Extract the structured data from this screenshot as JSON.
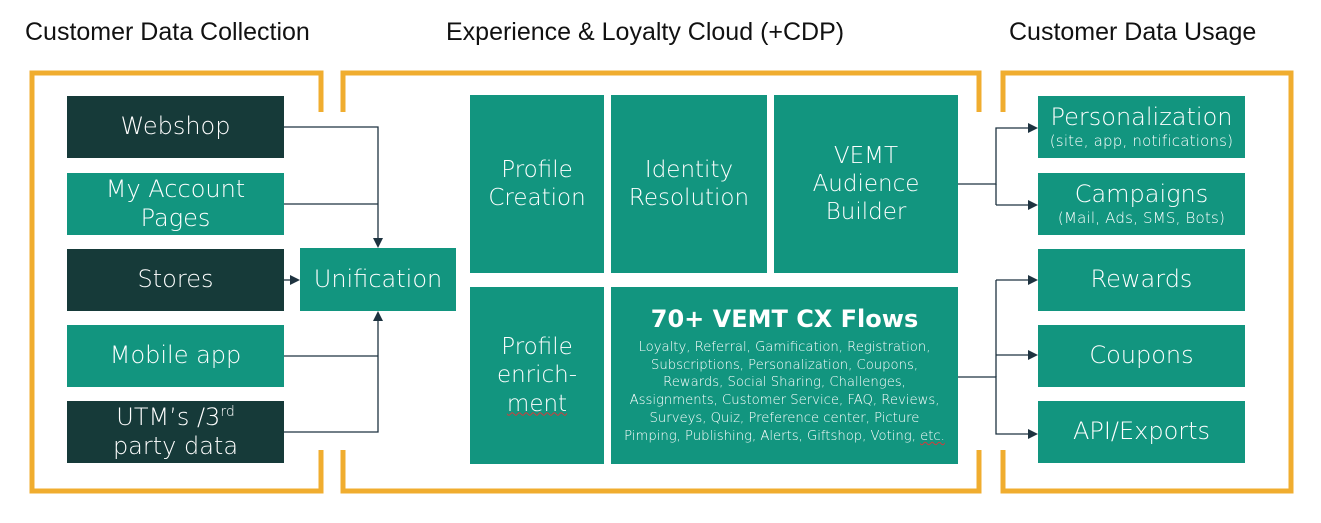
{
  "headings": {
    "collection": "Customer Data Collection",
    "cloud": "Experience & Loyalty Cloud (+CDP)",
    "usage": "Customer Data Usage"
  },
  "sources": {
    "webshop": "Webshop",
    "my_account_line1": "My Account",
    "my_account_line2": "Pages",
    "stores": "Stores",
    "mobile_app": "Mobile app",
    "utm_line1_pre": "UTM’s /3",
    "utm_line1_sup": "rd",
    "utm_line2": "party data"
  },
  "unification": "Unification",
  "core": {
    "profile_creation_line1": "Profile",
    "profile_creation_line2": "Creation",
    "identity_resolution_line1": "Identity",
    "identity_resolution_line2": "Resolution",
    "audience_builder_line1": "VEMT",
    "audience_builder_line2": "Audience",
    "audience_builder_line3": "Builder",
    "profile_enrichment_line1": "Profile",
    "profile_enrichment_line2": "enrich-",
    "profile_enrichment_line3": "ment",
    "flows_title": "70+ VEMT CX Flows",
    "flows_line1": "Loyalty, Referral, Gamification, Registration,",
    "flows_line2": "Subscriptions, Personalization, Coupons,",
    "flows_line3": "Rewards, Social Sharing, Challenges,",
    "flows_line4": "Assignments, Customer Service, FAQ, Reviews,",
    "flows_line5": "Surveys, Quiz, Preference center, Picture",
    "flows_line6_pre": "Pimping, Publishing, Alerts, Giftshop, Voting, ",
    "flows_line6_etc": "etc."
  },
  "usage": {
    "personalization": "Personalization",
    "personalization_sub": "(site, app, notifications)",
    "campaigns": "Campaigns",
    "campaigns_sub": "(Mail, Ads, SMS, Bots)",
    "rewards": "Rewards",
    "coupons": "Coupons",
    "api_exports": "API/Exports"
  },
  "colors": {
    "group_border": "#f0ad2f",
    "dark_box": "#163a39",
    "teal_box": "#12957f",
    "connector": "#1e3340"
  }
}
